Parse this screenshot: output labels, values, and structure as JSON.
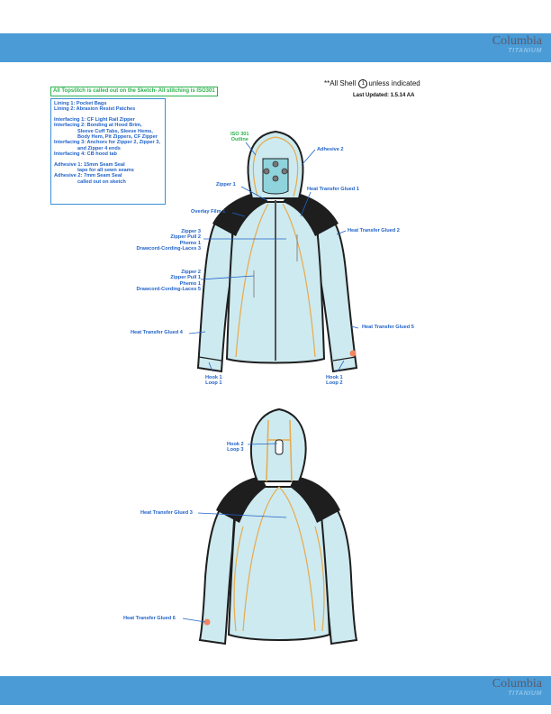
{
  "header": {
    "brand": "Columbia",
    "sub_brand": "TITANIUM",
    "band_color": "#4a9bd6"
  },
  "footer": {
    "brand": "Columbia",
    "sub_brand": "TITANIUM"
  },
  "stitch_note": "All Topstitch is called out on the Sketch- All stitching is ISO301",
  "shell_note": {
    "prefix": "**All Shell",
    "circle": "1",
    "suffix": "unless indicated"
  },
  "last_updated": "Last Updated: 1.5.14 AA",
  "materials": {
    "lining_1": "Lining 1: Pocket Bags",
    "lining_2": "Lining 2: Abrasion Resist Patches",
    "interfacing_1": "Interfacing 1: CF Light Rail Zipper",
    "interfacing_2_a": "Interfacing 2: Bonding at Hood Brim,",
    "interfacing_2_b": "Sleeve Cuff Tabs, Sleeve Hems,",
    "interfacing_2_c": "Body Hem, Pit Zippers, CF Zipper",
    "interfacing_3_a": "Interfacing 3: Anchors for Zipper 2, Zipper 3,",
    "interfacing_3_b": "and Zipper 4 ends",
    "interfacing_4": "Interfacing 4: CB hood tab",
    "adhesive_1_a": "Adhesive 1: 15mm Seam Seal",
    "adhesive_1_b": "tape for all sewn seams",
    "adhesive_2_a": "Adhesive 2: 7mm Seam Seal",
    "adhesive_2_b": "called out on sketch"
  },
  "front_callouts": {
    "iso_outline_1": "ISO 301",
    "iso_outline_2": "Outline",
    "adhesive_2": "Adhesive 2",
    "zipper_1": "Zipper 1",
    "heat_transfer_1": "Heat Transfer Glued 1",
    "overlay_film_1": "Overlay Film 1",
    "heat_transfer_2": "Heat Transfer Glued 2",
    "group_a_1": "Zipper 3",
    "group_a_2": "Zipper Pull 2",
    "group_a_3": "Phemo 1",
    "group_a_4": "Drawcord-Cording-Laces 3",
    "group_b_1": "Zipper 2",
    "group_b_2": "Zipper Pull 1",
    "group_b_3": "Phemo 1",
    "group_b_4": "Drawcord-Cording-Laces 5",
    "heat_transfer_4": "Heat Transfer Glued 4",
    "heat_transfer_5": "Heat Transfer Glued 5",
    "hook_left_1": "Hook 1",
    "hook_left_2": "Loop 1",
    "hook_right_1": "Hook 1",
    "hook_right_2": "Loop 2"
  },
  "back_callouts": {
    "hook_2": "Hook 2",
    "loop_3": "Loop 3",
    "heat_transfer_3": "Heat Transfer Glued 3",
    "heat_transfer_6": "Heat Transfer Glued 6"
  },
  "colors": {
    "callout_blue": "#1f62c8",
    "iso_green": "#2bb24c",
    "jacket_fill": "#cdeaf0",
    "shoulder_black": "#1e1e1e",
    "seam_tape": "#e8a94a",
    "patch_orange": "#f4845f"
  }
}
